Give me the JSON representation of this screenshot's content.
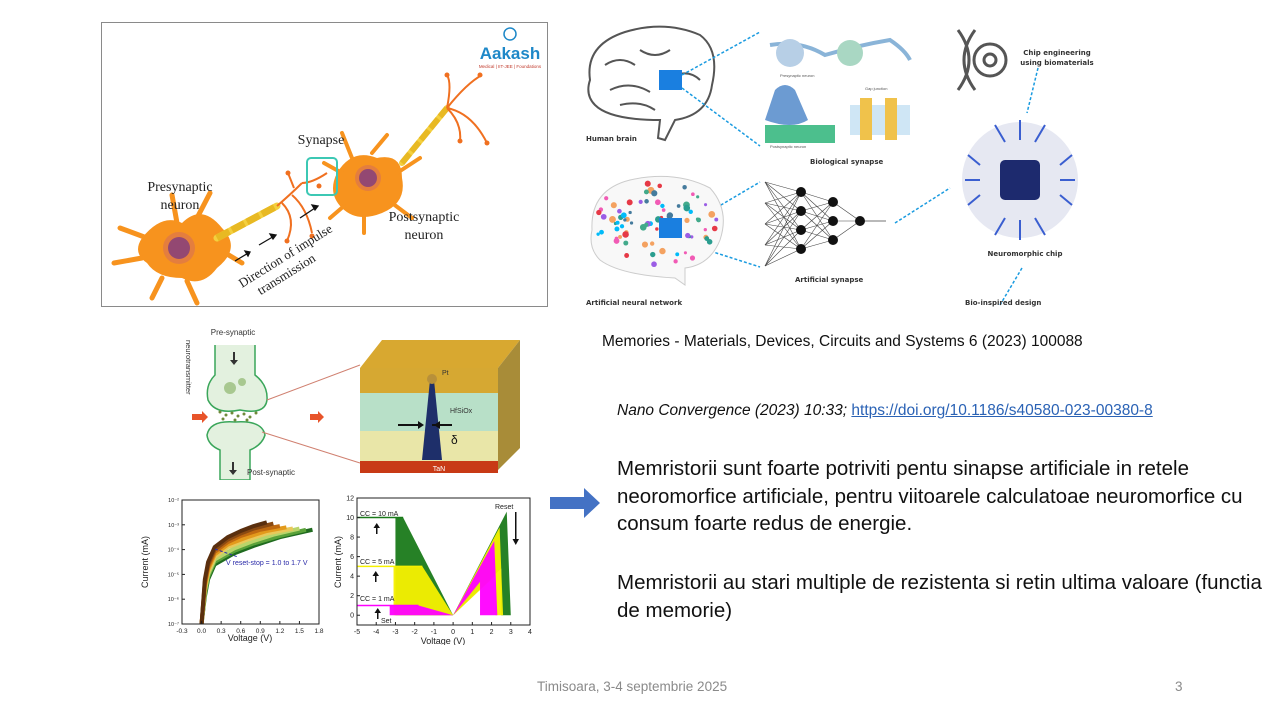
{
  "slide": {
    "number": "3",
    "footer_text": "Timisoara, 3-4 septembrie 2025"
  },
  "neuron_figure": {
    "logo_name": "Aakash",
    "logo_subtitle": "Medical | IIT-JEE | Foundations",
    "labels": {
      "presynaptic_line1": "Presynaptic",
      "presynaptic_line2": "neuron",
      "synapse": "Synapse",
      "postsynaptic_line1": "Postsynaptic",
      "postsynaptic_line2": "neuron",
      "direction_line1": "Direction of impulse",
      "direction_line2": "transmission"
    }
  },
  "neuromorphic_figure": {
    "labels": {
      "human_brain": "Human brain",
      "biological_synapse": "Biological synapse",
      "presynaptic_neuron": "Presynaptic neuron",
      "postsynaptic_neuron": "Postsynaptic neuron",
      "gap_junction": "Gap junction",
      "chip_engineering_line1": "Chip engineering",
      "chip_engineering_line2": "using biomaterials",
      "neuromorphic_chip": "Neuromorphic chip",
      "artificial_neural_network": "Artificial neural network",
      "artificial_synapse": "Artificial synapse",
      "bio_inspired_design": "Bio-inspired design"
    },
    "accent_color": "#1a7fe0"
  },
  "memristor_figure": {
    "labels": {
      "pre_synaptic": "Pre-synaptic",
      "post_synaptic": "Post-synaptic",
      "neurotransmitter": "neurotransmitter",
      "top_electrode": "Pt",
      "switching_layer": "HfSiOx",
      "bottom_electrode": "TaN",
      "filament_width": "δ"
    }
  },
  "chart_data": [
    {
      "type": "line",
      "title": "",
      "xlabel": "Voltage (V)",
      "ylabel": "Current (mA)",
      "xlim": [
        -0.3,
        1.8
      ],
      "ylim_log10": [
        -7,
        -2
      ],
      "x_ticks": [
        "-0.3",
        "0.0",
        "0.3",
        "0.6",
        "0.9",
        "1.2",
        "1.5",
        "1.8"
      ],
      "y_ticks": [
        "10⁻⁷",
        "10⁻⁶",
        "10⁻⁵",
        "10⁻⁴",
        "10⁻³",
        "10⁻²"
      ],
      "annotation": "V reset-stop = 1.0 to 1.7 V",
      "annotation_sub": "reset-stop",
      "series": [
        {
          "name": "Vreset-stop 1.0 V",
          "color": "#5a2f0e",
          "x": [
            0.0,
            0.05,
            0.1,
            0.2,
            0.4,
            0.6,
            0.8,
            1.0
          ],
          "y_log10": [
            -7,
            -5.2,
            -4.5,
            -3.9,
            -3.5,
            -3.25,
            -3.05,
            -2.9
          ]
        },
        {
          "name": "Vreset-stop 1.1 V",
          "color": "#8a4a12",
          "x": [
            0.0,
            0.05,
            0.1,
            0.2,
            0.4,
            0.6,
            0.8,
            1.1
          ],
          "y_log10": [
            -7,
            -5.3,
            -4.6,
            -4.0,
            -3.6,
            -3.35,
            -3.15,
            -2.95
          ]
        },
        {
          "name": "Vreset-stop 1.2 V",
          "color": "#c06a10",
          "x": [
            0.0,
            0.05,
            0.1,
            0.2,
            0.4,
            0.6,
            0.9,
            1.2
          ],
          "y_log10": [
            -7,
            -5.4,
            -4.7,
            -4.1,
            -3.7,
            -3.45,
            -3.2,
            -3.05
          ]
        },
        {
          "name": "Vreset-stop 1.3 V",
          "color": "#e39a1c",
          "x": [
            0.0,
            0.05,
            0.1,
            0.2,
            0.4,
            0.7,
            1.0,
            1.3
          ],
          "y_log10": [
            -7,
            -5.5,
            -4.8,
            -4.2,
            -3.8,
            -3.5,
            -3.25,
            -3.1
          ]
        },
        {
          "name": "Vreset-stop 1.4 V",
          "color": "#e8c85a",
          "x": [
            0.0,
            0.05,
            0.1,
            0.2,
            0.4,
            0.7,
            1.0,
            1.4
          ],
          "y_log10": [
            -7,
            -5.6,
            -4.9,
            -4.3,
            -3.9,
            -3.6,
            -3.35,
            -3.15
          ]
        },
        {
          "name": "Vreset-stop 1.5 V",
          "color": "#b9d46a",
          "x": [
            0.0,
            0.05,
            0.1,
            0.2,
            0.5,
            0.8,
            1.1,
            1.5
          ],
          "y_log10": [
            -7,
            -5.7,
            -5.0,
            -4.4,
            -3.95,
            -3.65,
            -3.4,
            -3.15
          ]
        },
        {
          "name": "Vreset-stop 1.6 V",
          "color": "#5aa23a",
          "x": [
            0.0,
            0.05,
            0.1,
            0.2,
            0.5,
            0.8,
            1.2,
            1.6
          ],
          "y_log10": [
            -7,
            -5.8,
            -5.1,
            -4.5,
            -4.05,
            -3.75,
            -3.45,
            -3.2
          ]
        },
        {
          "name": "Vreset-stop 1.7 V",
          "color": "#1f6b1f",
          "x": [
            0.0,
            0.05,
            0.1,
            0.2,
            0.5,
            0.8,
            1.2,
            1.7
          ],
          "y_log10": [
            -7,
            -5.9,
            -5.2,
            -4.6,
            -4.15,
            -3.85,
            -3.5,
            -3.2
          ]
        }
      ]
    },
    {
      "type": "area",
      "title": "",
      "xlabel": "Voltage (V)",
      "ylabel": "Current (mA)",
      "xlim": [
        -5,
        4
      ],
      "ylim": [
        -1,
        12
      ],
      "x_ticks": [
        "-5",
        "-4",
        "-3",
        "-2",
        "-1",
        "0",
        "1",
        "2",
        "3",
        "4"
      ],
      "y_ticks": [
        "0",
        "2",
        "4",
        "6",
        "8",
        "10",
        "12"
      ],
      "annotations": [
        "CC = 10 mA",
        "CC = 5 mA",
        "CC = 1 mA",
        "Set",
        "Reset"
      ],
      "series": [
        {
          "name": "CC = 10 mA",
          "color": "#1a7a1a",
          "compliance_mA": 10,
          "set_voltage_range": [
            -3.0,
            -2.6
          ],
          "reset_peak_mA": 10.6,
          "reset_voltage_range": [
            2.5,
            3.0
          ]
        },
        {
          "name": "CC = 5 mA",
          "color": "#f5f000",
          "compliance_mA": 5,
          "set_voltage_range": [
            -3.1,
            -1.6
          ],
          "reset_peak_mA": 9.0,
          "reset_voltage_range": [
            2.2,
            2.6
          ]
        },
        {
          "name": "CC = 1 mA",
          "color": "#ff00ff",
          "compliance_mA": 1,
          "set_voltage_range": [
            -3.3,
            -1.8
          ],
          "reset_peak_mA": 7.6,
          "reset_voltage_range": [
            1.4,
            2.3
          ]
        }
      ]
    }
  ],
  "references": {
    "memories_ref": "Memories - Materials, Devices, Circuits and Systems 6 (2023) 100088",
    "nano_ref_italic": "Nano Convergence (2023) 10:33;",
    "nano_ref_link": "https://doi.org/10.1186/s40580-023-00380-8",
    "link_color": "#2a62b5"
  },
  "content": {
    "paragraph1": "Memristorii sunt foarte potriviti pentu sinapse artificiale in retele neoromorfice artificiale, pentru viitoarele calculatoae neuromorfice cu consum foarte redus de energie.",
    "paragraph2": "Memristorii au stari multiple de rezistenta si retin ultima valoare (functia de memorie)",
    "arrow_color": "#4472c4"
  }
}
